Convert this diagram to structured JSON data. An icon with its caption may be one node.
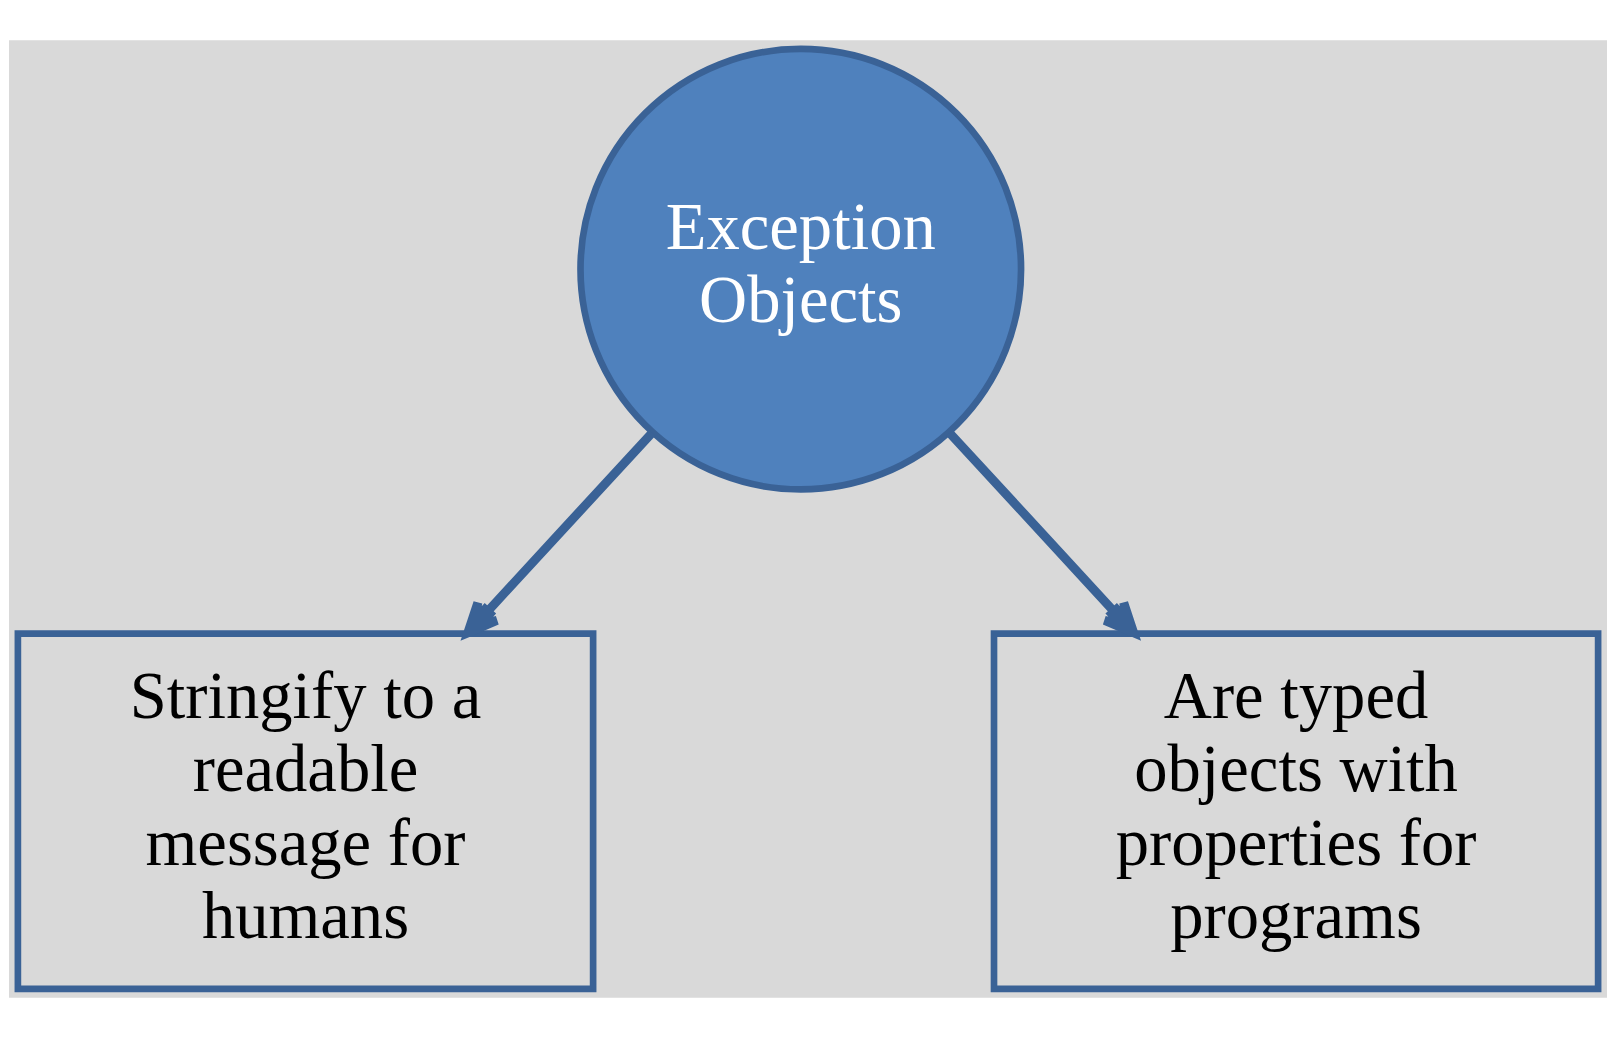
{
  "diagram": {
    "nodes": [
      {
        "text": [
          "Exception Objects"
        ]
      },
      {
        "text": [
          "Stringify to a readable message for humans"
        ]
      },
      {
        "text": [
          "Are typed objects with properties for programs"
        ]
      }
    ],
    "edges": [
      {
        "from": 0,
        "to": 1,
        "arrow": "to"
      },
      {
        "from": 0,
        "to": 2,
        "arrow": "to"
      }
    ]
  }
}
